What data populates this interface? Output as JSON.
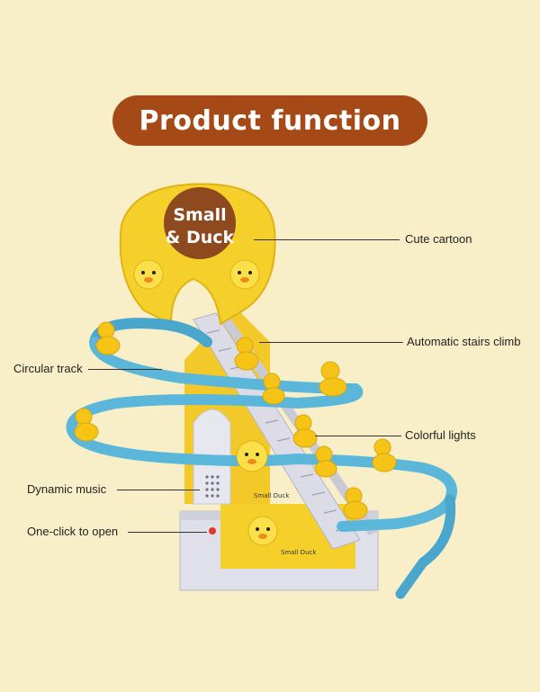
{
  "header": {
    "title": "Product function"
  },
  "toy": {
    "badge_line1": "Small",
    "badge_line2": "& Duck",
    "sticker_label": "Small Duck"
  },
  "callouts": {
    "cute_cartoon": "Cute cartoon",
    "stairs_climb": "Automatic stairs climb",
    "circular_track": "Circular track",
    "colorful_lights": "Colorful lights",
    "dynamic_music": "Dynamic music",
    "one_click": "One-click to open"
  },
  "colors": {
    "background": "#f8efc8",
    "title_pill": "#a54a17",
    "track": "#5ab7da",
    "duck_yellow": "#f5c416"
  }
}
